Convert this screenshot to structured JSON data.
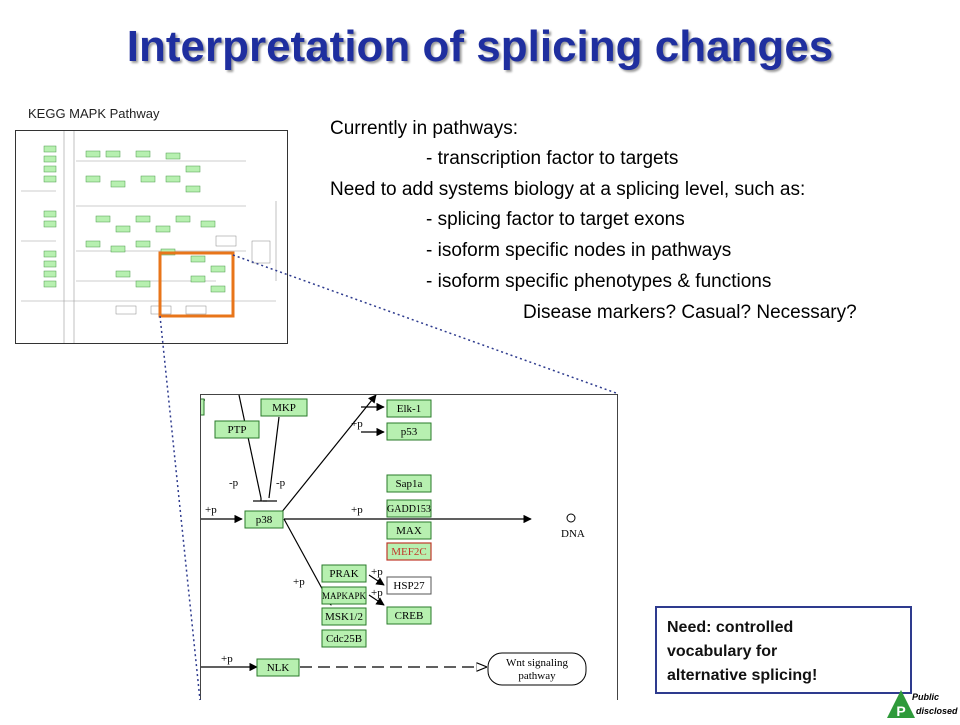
{
  "slide": {
    "title": "Interpretation of splicing changes",
    "thumbnail_label": "KEGG MAPK Pathway",
    "lines": [
      "Currently in pathways:",
      "- transcription factor to targets",
      "Need to add systems biology at a splicing level, such as:",
      "- splicing factor to target exons",
      "- isoform specific nodes in pathways",
      "- isoform specific phenotypes & functions",
      "Disease markers? Casual? Necessary?"
    ],
    "note_lines": [
      "Need: controlled",
      "vocabulary for",
      "alternative splicing!"
    ],
    "badge": {
      "line1": "Public",
      "line2": "disclosed",
      "letter": "P"
    }
  },
  "diagram": {
    "nodes": [
      "MKP",
      "PTP",
      "Elk-1",
      "p53",
      "Sap1a",
      "GADD153",
      "MAX",
      "MEF2C",
      "p38",
      "PRAK",
      "MAPKAPK",
      "MSK1/2",
      "Cdc25B",
      "HSP27",
      "CREB",
      "NLK"
    ],
    "edge_labels": {
      "plus_p": "+p",
      "minus_p": "-p"
    },
    "dna": "DNA",
    "wnt": [
      "Wnt signaling",
      "pathway"
    ]
  },
  "colors": {
    "title": "#1f2f9f",
    "node_fill": "#b7f0b0",
    "node_stroke": "#2a7a2a",
    "highlight": "#c0392b",
    "box": "#e8751a",
    "note_border": "#2e3b8e"
  }
}
